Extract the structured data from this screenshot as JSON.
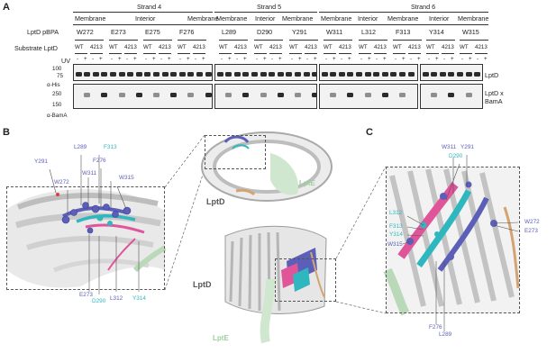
{
  "panels": {
    "a": "A",
    "b": "B",
    "c": "C"
  },
  "strands": [
    "Strand 4",
    "Strand 5",
    "Strand 6"
  ],
  "locations": [
    "Membrane",
    "Interior",
    "Membrane",
    "Membrane",
    "Interior",
    "Membrane",
    "Membrane",
    "Interior",
    "Membrane",
    "Interior",
    "Membrane"
  ],
  "row_labels": {
    "pbpa": "LptD pBPA",
    "substrate": "Substrate LptD",
    "uv": "UV"
  },
  "residues": [
    "W272",
    "E273",
    "E275",
    "F276",
    "L289",
    "D290",
    "Y291",
    "W311",
    "L312",
    "F313",
    "Y314",
    "W315"
  ],
  "substrates": [
    "WT",
    "4213"
  ],
  "uv_states": [
    "-",
    "+"
  ],
  "markers_top": [
    "100",
    "75"
  ],
  "markers_bottom": [
    "250",
    "150"
  ],
  "antibodies": {
    "top": "α-His",
    "bottom": "α-BamA"
  },
  "blot_labels": {
    "top": "LptD",
    "bottom_1": "LptD x",
    "bottom_2": "BamA"
  },
  "panel_b_labels": {
    "top_blue": [
      "L289",
      "Y291",
      "F276",
      "W311",
      "W272",
      "W315"
    ],
    "top_cyan": [
      "F313"
    ],
    "bottom_blue": [
      "E273",
      "L312",
      "Y314"
    ],
    "bottom_cyan": [
      "D290"
    ]
  },
  "structure_labels": {
    "lptd": "LptD",
    "lpte": "LptE"
  },
  "panel_c_labels": {
    "top_blue": [
      "W311",
      "Y291"
    ],
    "top_cyan": [
      "D290"
    ],
    "left_cyan": [
      "L312",
      "F313",
      "Y314"
    ],
    "left_blue": [
      "W315"
    ],
    "right_blue": [
      "W272",
      "E273"
    ],
    "bottom_blue": [
      "F276",
      "L289"
    ]
  },
  "colors": {
    "blue": "#5b5fb8",
    "cyan": "#2fb7bf",
    "pink": "#e0559a",
    "green": "#9ccf9c",
    "tan": "#d2a373"
  }
}
